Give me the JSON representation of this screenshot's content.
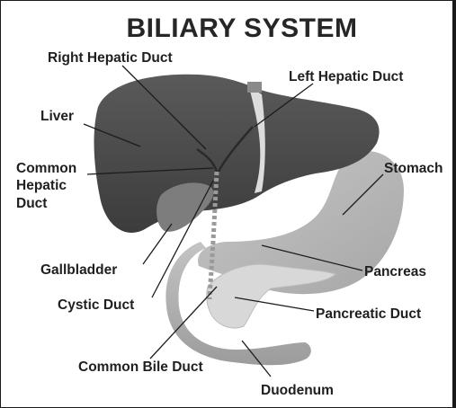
{
  "title": "BILIARY SYSTEM",
  "labels": {
    "right_hepatic_duct": "Right Hepatic Duct",
    "left_hepatic_duct": "Left Hepatic Duct",
    "liver": "Liver",
    "common_hepatic_duct_line1": "Common",
    "common_hepatic_duct_line2": "Hepatic",
    "common_hepatic_duct_line3": "Duct",
    "stomach": "Stomach",
    "gallbladder": "Gallbladder",
    "pancreas": "Pancreas",
    "cystic_duct": "Cystic Duct",
    "pancreatic_duct": "Pancreatic Duct",
    "common_bile_duct": "Common Bile Duct",
    "duodenum": "Duodenum"
  },
  "colors": {
    "liver": "#4a4a4a",
    "stomach": "#bdbdbd",
    "pancreas": "#d9d9d9",
    "duodenum": "#b3b3b3",
    "gallbladder": "#7a7a7a",
    "text": "#1f1f1f"
  }
}
